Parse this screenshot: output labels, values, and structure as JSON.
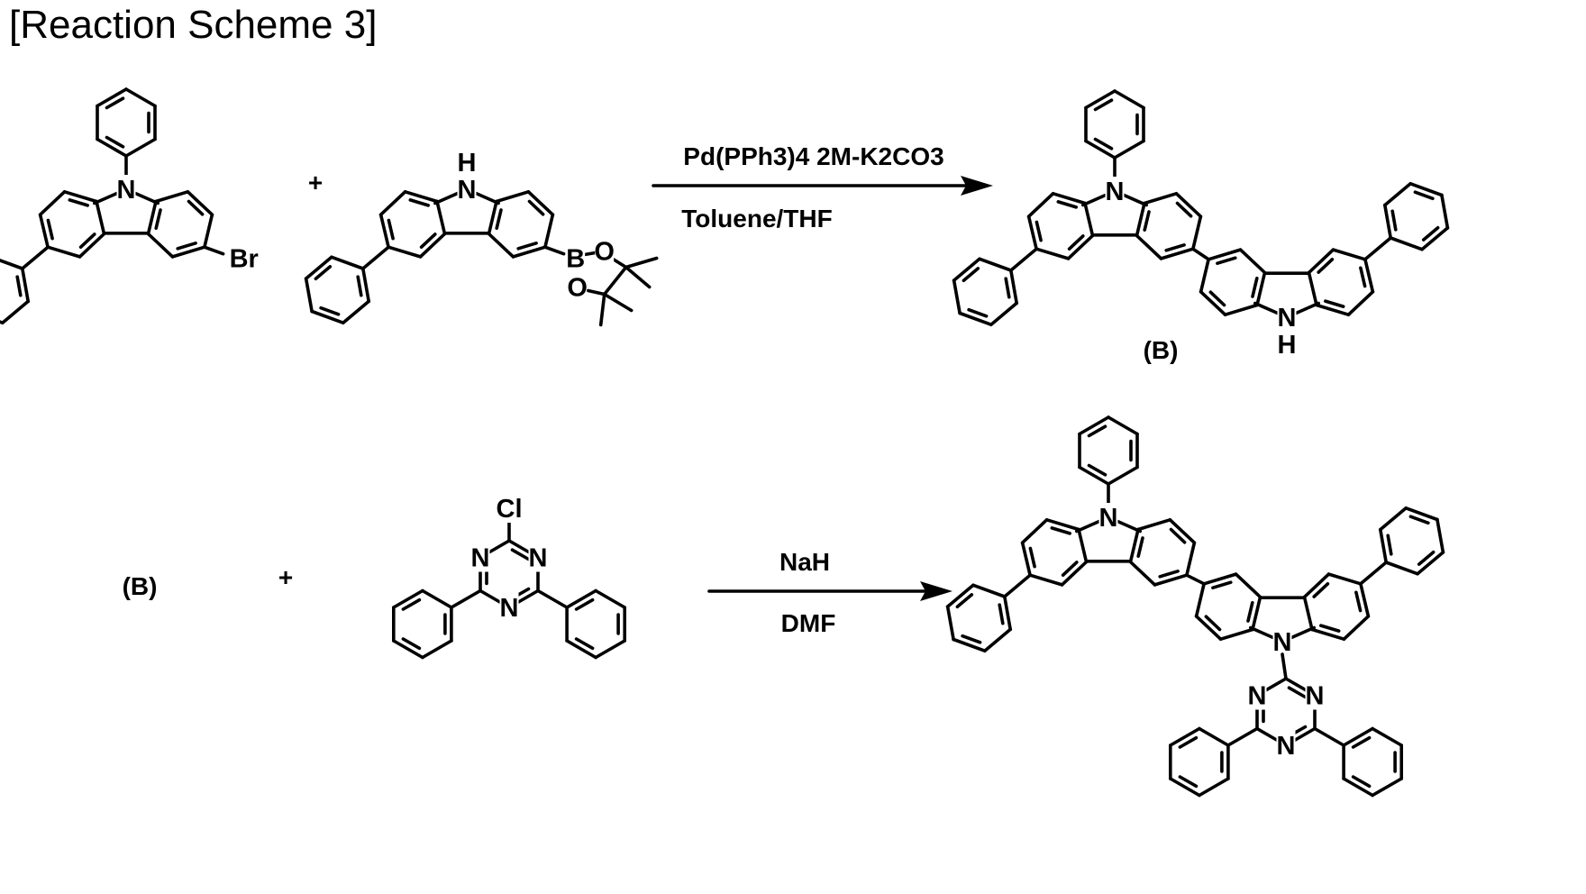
{
  "title": "[Reaction Scheme 3]",
  "reaction1": {
    "plus": "+",
    "reagents_above": "Pd(PPh3)4 2M-K2CO3",
    "reagents_below": "Toluene/THF",
    "product_label": "(B)"
  },
  "reaction2": {
    "reactant_label": "(B)",
    "plus": "+",
    "reagents_above": "NaH",
    "reagents_below": "DMF"
  },
  "atoms": {
    "N": "N",
    "NH_top": "H",
    "Br": "Br",
    "B": "B",
    "O": "O",
    "Cl": "Cl",
    "H": "H"
  }
}
